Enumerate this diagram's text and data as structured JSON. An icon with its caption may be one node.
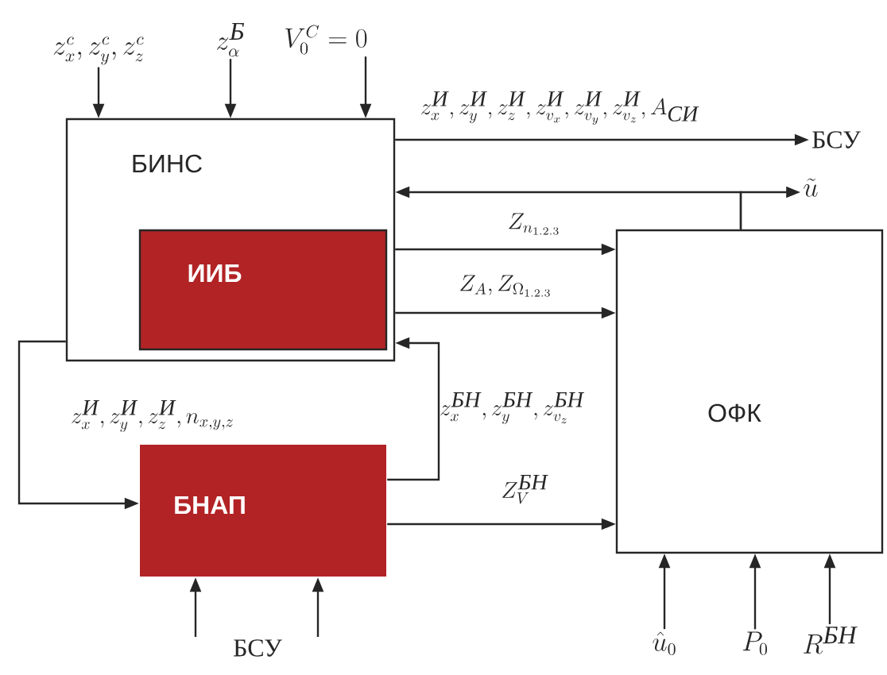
{
  "diagram": {
    "nodes": [
      {
        "text": [
          "БИНС"
        ]
      },
      {
        "text": [
          "ИИБ"
        ],
        "in": 0
      },
      {
        "text": [
          "БНАП"
        ]
      },
      {
        "text": [
          "ОФК"
        ]
      },
      {
        "text": [
          "z_x^c, z_y^c, z_z^c"
        ]
      },
      {
        "text": [
          "z_\\alpha^{\\textit{Б}}"
        ]
      },
      {
        "text": [
          "V_0^C = 0"
        ]
      },
      {
        "text": [
          "БСУ"
        ]
      },
      {
        "text": [
          "\\tilde{u}"
        ]
      },
      {
        "text": [
          "БСУ"
        ]
      },
      {
        "text": [
          "\\hat{u}_0"
        ]
      },
      {
        "text": [
          "P_0"
        ]
      },
      {
        "text": [
          "R^{\\textit{БН}}"
        ]
      }
    ],
    "edges": [
      {
        "from": 4,
        "to": 0,
        "arrow": "to"
      },
      {
        "from": 5,
        "to": 0,
        "arrow": "to"
      },
      {
        "from": 6,
        "to": 0,
        "arrow": "to"
      },
      {
        "from": 0,
        "to": 7,
        "arrow": "to",
        "label": "z_x^{\\textit{И}}, z_y^{\\textit{И}}, z_z^{\\textit{И}}, z_{v_x}^{\\textit{И}}, z_{v_y}^{\\textit{И}}, z_{v_z}^{\\textit{И}}, A_{\\textit{СИ}}"
      },
      {
        "from": 3,
        "to": 0,
        "arrow": "to"
      },
      {
        "from": 3,
        "to": 8,
        "arrow": "to"
      },
      {
        "from": 0,
        "to": 3,
        "arrow": "to",
        "label": "Z_{n_{1.2.3}}"
      },
      {
        "from": 0,
        "to": 3,
        "arrow": "to",
        "label": "Z_A, Z_{\\Omega_{1.2.3}}"
      },
      {
        "from": 0,
        "to": 2,
        "arrow": "to",
        "label": "z_x^{\\textit{И}}, z_y^{\\textit{И}}, z_z^{\\textit{И}}, n_{x,y,z}"
      },
      {
        "from": 2,
        "to": 0,
        "arrow": "to",
        "label": "z_x^{\\textit{БН}}, z_y^{\\textit{БН}}, z_{v_z}^{\\textit{БН}}"
      },
      {
        "from": 2,
        "to": 3,
        "arrow": "to",
        "label": "Z_V^{\\textit{БН}}"
      },
      {
        "from": 9,
        "to": 2,
        "arrow": "to"
      },
      {
        "from": 9,
        "to": 2,
        "arrow": "to"
      },
      {
        "from": 10,
        "to": 3,
        "arrow": "to"
      },
      {
        "from": 11,
        "to": 3,
        "arrow": "to"
      },
      {
        "from": 12,
        "to": 3,
        "arrow": "to"
      }
    ]
  }
}
